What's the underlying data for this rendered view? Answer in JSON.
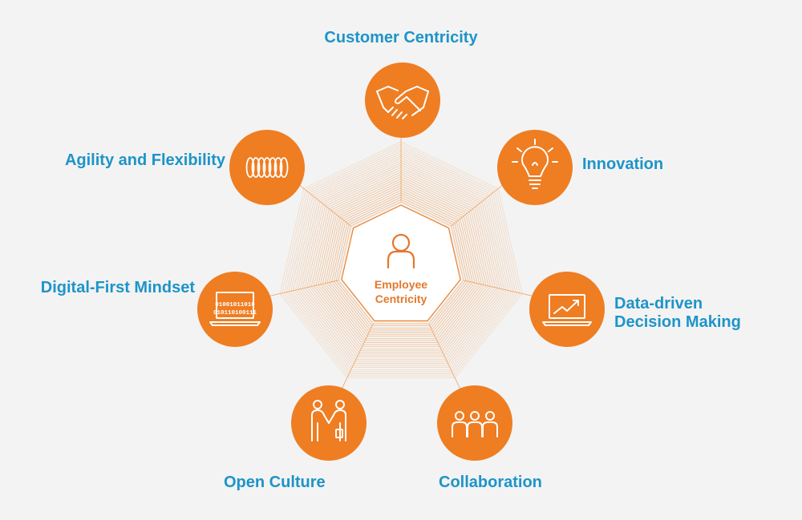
{
  "colors": {
    "accent_orange": "#ef7d22",
    "label_blue": "#1d94c8",
    "background": "#f3f3f3",
    "center_text": "#e3782c"
  },
  "center": {
    "icon": "person-icon",
    "lines": [
      "Employee",
      "Centricity"
    ]
  },
  "nodes": [
    {
      "id": "customer-centricity",
      "icon": "handshake-icon",
      "lines": [
        "Customer Centricity"
      ]
    },
    {
      "id": "innovation",
      "icon": "lightbulb-icon",
      "lines": [
        "Innovation"
      ]
    },
    {
      "id": "data-driven-decision-making",
      "icon": "laptop-chart-icon",
      "lines": [
        "Data-driven",
        "Decision Making"
      ]
    },
    {
      "id": "collaboration",
      "icon": "team-icon",
      "lines": [
        "Collaboration"
      ]
    },
    {
      "id": "open-culture",
      "icon": "people-handshake-icon",
      "lines": [
        "Open Culture"
      ]
    },
    {
      "id": "digital-first-mindset",
      "icon": "laptop-binary-icon",
      "lines": [
        "Digital-First Mindset"
      ],
      "binary": [
        "01001011010",
        "010110100111"
      ]
    },
    {
      "id": "agility-and-flexibility",
      "icon": "spring-coil-icon",
      "lines": [
        "Agility and Flexibility"
      ]
    }
  ]
}
